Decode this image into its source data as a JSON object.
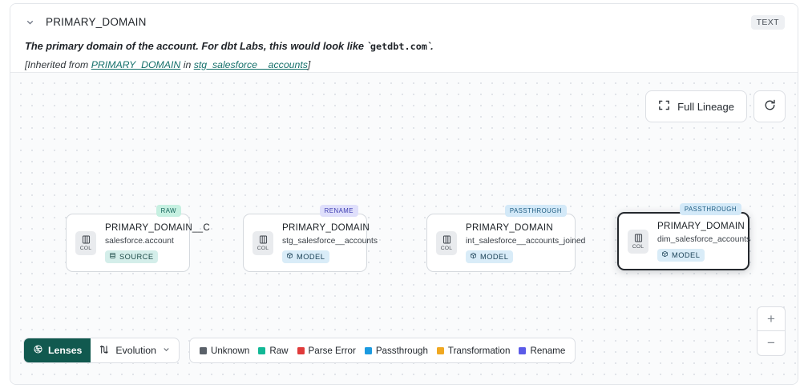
{
  "header": {
    "chevron_icon": "chevron-down-icon",
    "title": "PRIMARY_DOMAIN",
    "type_badge": "TEXT",
    "description_prefix": "The primary domain of the account. For dbt Labs, this would look like `",
    "description_code": "getdbt.com",
    "description_suffix": "`.",
    "inherited_prefix": "[Inherited from ",
    "inherited_link_column": "PRIMARY_DOMAIN",
    "inherited_middle": " in ",
    "inherited_link_model": "stg_salesforce__accounts",
    "inherited_suffix": "]",
    "link_color": "#15706b"
  },
  "canvas": {
    "controls": {
      "full_lineage_label": "Full Lineage",
      "full_lineage_icon": "expand-corners-icon",
      "refresh_icon": "refresh-icon"
    },
    "zoom": {
      "zoom_in_label": "+",
      "zoom_out_label": "−"
    },
    "nodes": [
      {
        "tag": "RAW",
        "tag_class": "tag-raw",
        "chip_icon": "columns-icon",
        "chip_label": "COL",
        "title": "PRIMARY_DOMAIN__C",
        "subtitle": "salesforce.account",
        "kind": "SOURCE",
        "kind_icon": "database-icon",
        "kind_class": "kind-source",
        "selected": false
      },
      {
        "tag": "RENAME",
        "tag_class": "tag-rename",
        "chip_icon": "columns-icon",
        "chip_label": "COL",
        "title": "PRIMARY_DOMAIN",
        "subtitle": "stg_salesforce__accounts",
        "kind": "MODEL",
        "kind_icon": "cube-icon",
        "kind_class": "kind-model",
        "selected": false
      },
      {
        "tag": "PASSTHROUGH",
        "tag_class": "tag-passthrough",
        "chip_icon": "columns-icon",
        "chip_label": "COL",
        "title": "PRIMARY_DOMAIN",
        "subtitle": "int_salesforce__accounts_joined",
        "kind": "MODEL",
        "kind_icon": "cube-icon",
        "kind_class": "kind-model",
        "selected": false
      },
      {
        "tag": "PASSTHROUGH",
        "tag_class": "tag-passthrough",
        "chip_icon": "columns-icon",
        "chip_label": "COL",
        "title": "PRIMARY_DOMAIN",
        "subtitle": "dim_salesforce_accounts",
        "kind": "MODEL",
        "kind_icon": "cube-icon",
        "kind_class": "kind-model",
        "selected": true
      }
    ]
  },
  "bottom": {
    "lenses_label": "Lenses",
    "lenses_icon": "aperture-icon",
    "lenses_bg": "#11594f",
    "evolution_label": "Evolution",
    "evolution_icon": "evolution-icon",
    "evolution_chevron_icon": "chevron-down-icon",
    "legend": [
      {
        "label": "Unknown",
        "color": "#5a6169"
      },
      {
        "label": "Raw",
        "color": "#12b896"
      },
      {
        "label": "Parse Error",
        "color": "#e03b3b"
      },
      {
        "label": "Passthrough",
        "color": "#1b9ae0"
      },
      {
        "label": "Transformation",
        "color": "#f0a821"
      },
      {
        "label": "Rename",
        "color": "#5b5be8"
      }
    ]
  }
}
